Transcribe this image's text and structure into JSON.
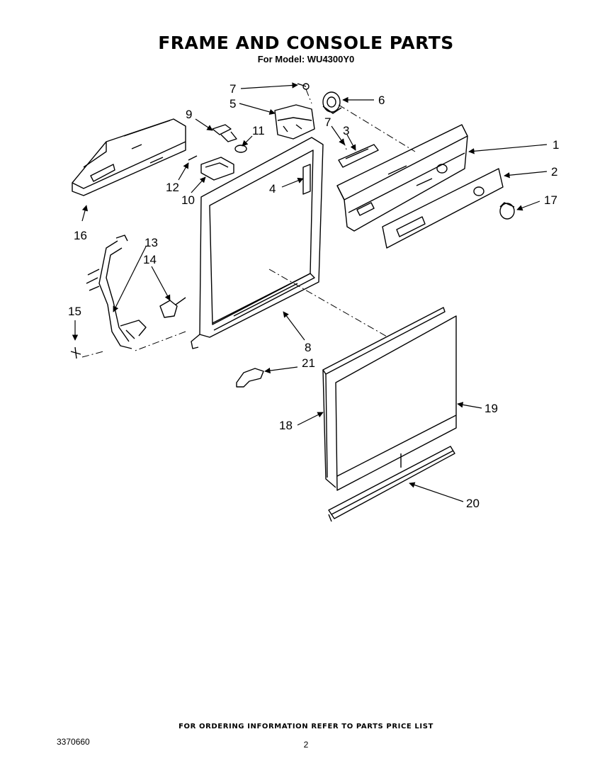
{
  "header": {
    "title": "FRAME AND CONSOLE PARTS",
    "subtitle": "For Model: WU4300Y0"
  },
  "callouts": {
    "c1": "1",
    "c2": "2",
    "c3": "3",
    "c4": "4",
    "c5": "5",
    "c6": "6",
    "c7a": "7",
    "c7b": "7",
    "c8": "8",
    "c9": "9",
    "c10": "10",
    "c11": "11",
    "c12": "12",
    "c13": "13",
    "c14": "14",
    "c15": "15",
    "c16": "16",
    "c17": "17",
    "c18": "18",
    "c19": "19",
    "c20": "20",
    "c21": "21"
  },
  "footer": {
    "ordering": "FOR ORDERING INFORMATION REFER TO PARTS PRICE LIST",
    "doc_number": "3370660",
    "page_number": "2"
  }
}
